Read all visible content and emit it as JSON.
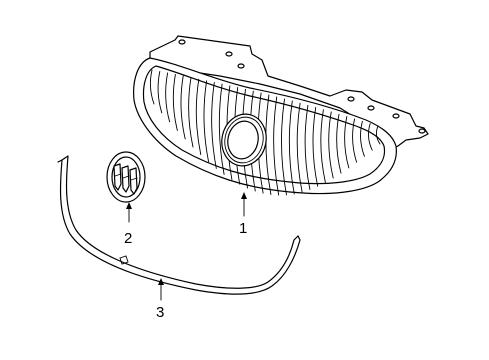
{
  "diagram": {
    "parts": [
      {
        "id": "grille",
        "callout": "1"
      },
      {
        "id": "emblem",
        "callout": "2"
      },
      {
        "id": "molding",
        "callout": "3"
      }
    ]
  }
}
